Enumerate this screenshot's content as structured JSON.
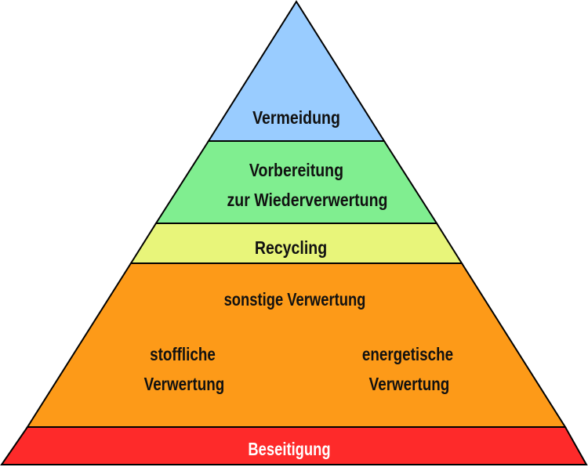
{
  "title": "Abfallhierarchie",
  "levels": {
    "vermeidung": {
      "label": "Vermeidung",
      "color": "#99ccff"
    },
    "vorbereitung": {
      "line1": "Vorbereitung",
      "line2": "zur Wiederverwertung",
      "color": "#80ee90"
    },
    "recycling": {
      "label": "Recycling",
      "color": "#e8f57a"
    },
    "sonstige": {
      "label": "sonstige Verwertung",
      "stofflich_line1": "stoffliche",
      "stofflich_line2": "Verwertung",
      "energetisch_line1": "energetische",
      "energetisch_line2": "Verwertung",
      "color": "#fd9a18"
    },
    "beseitigung": {
      "label": "Beseitigung",
      "color": "#fe2a2a"
    }
  }
}
